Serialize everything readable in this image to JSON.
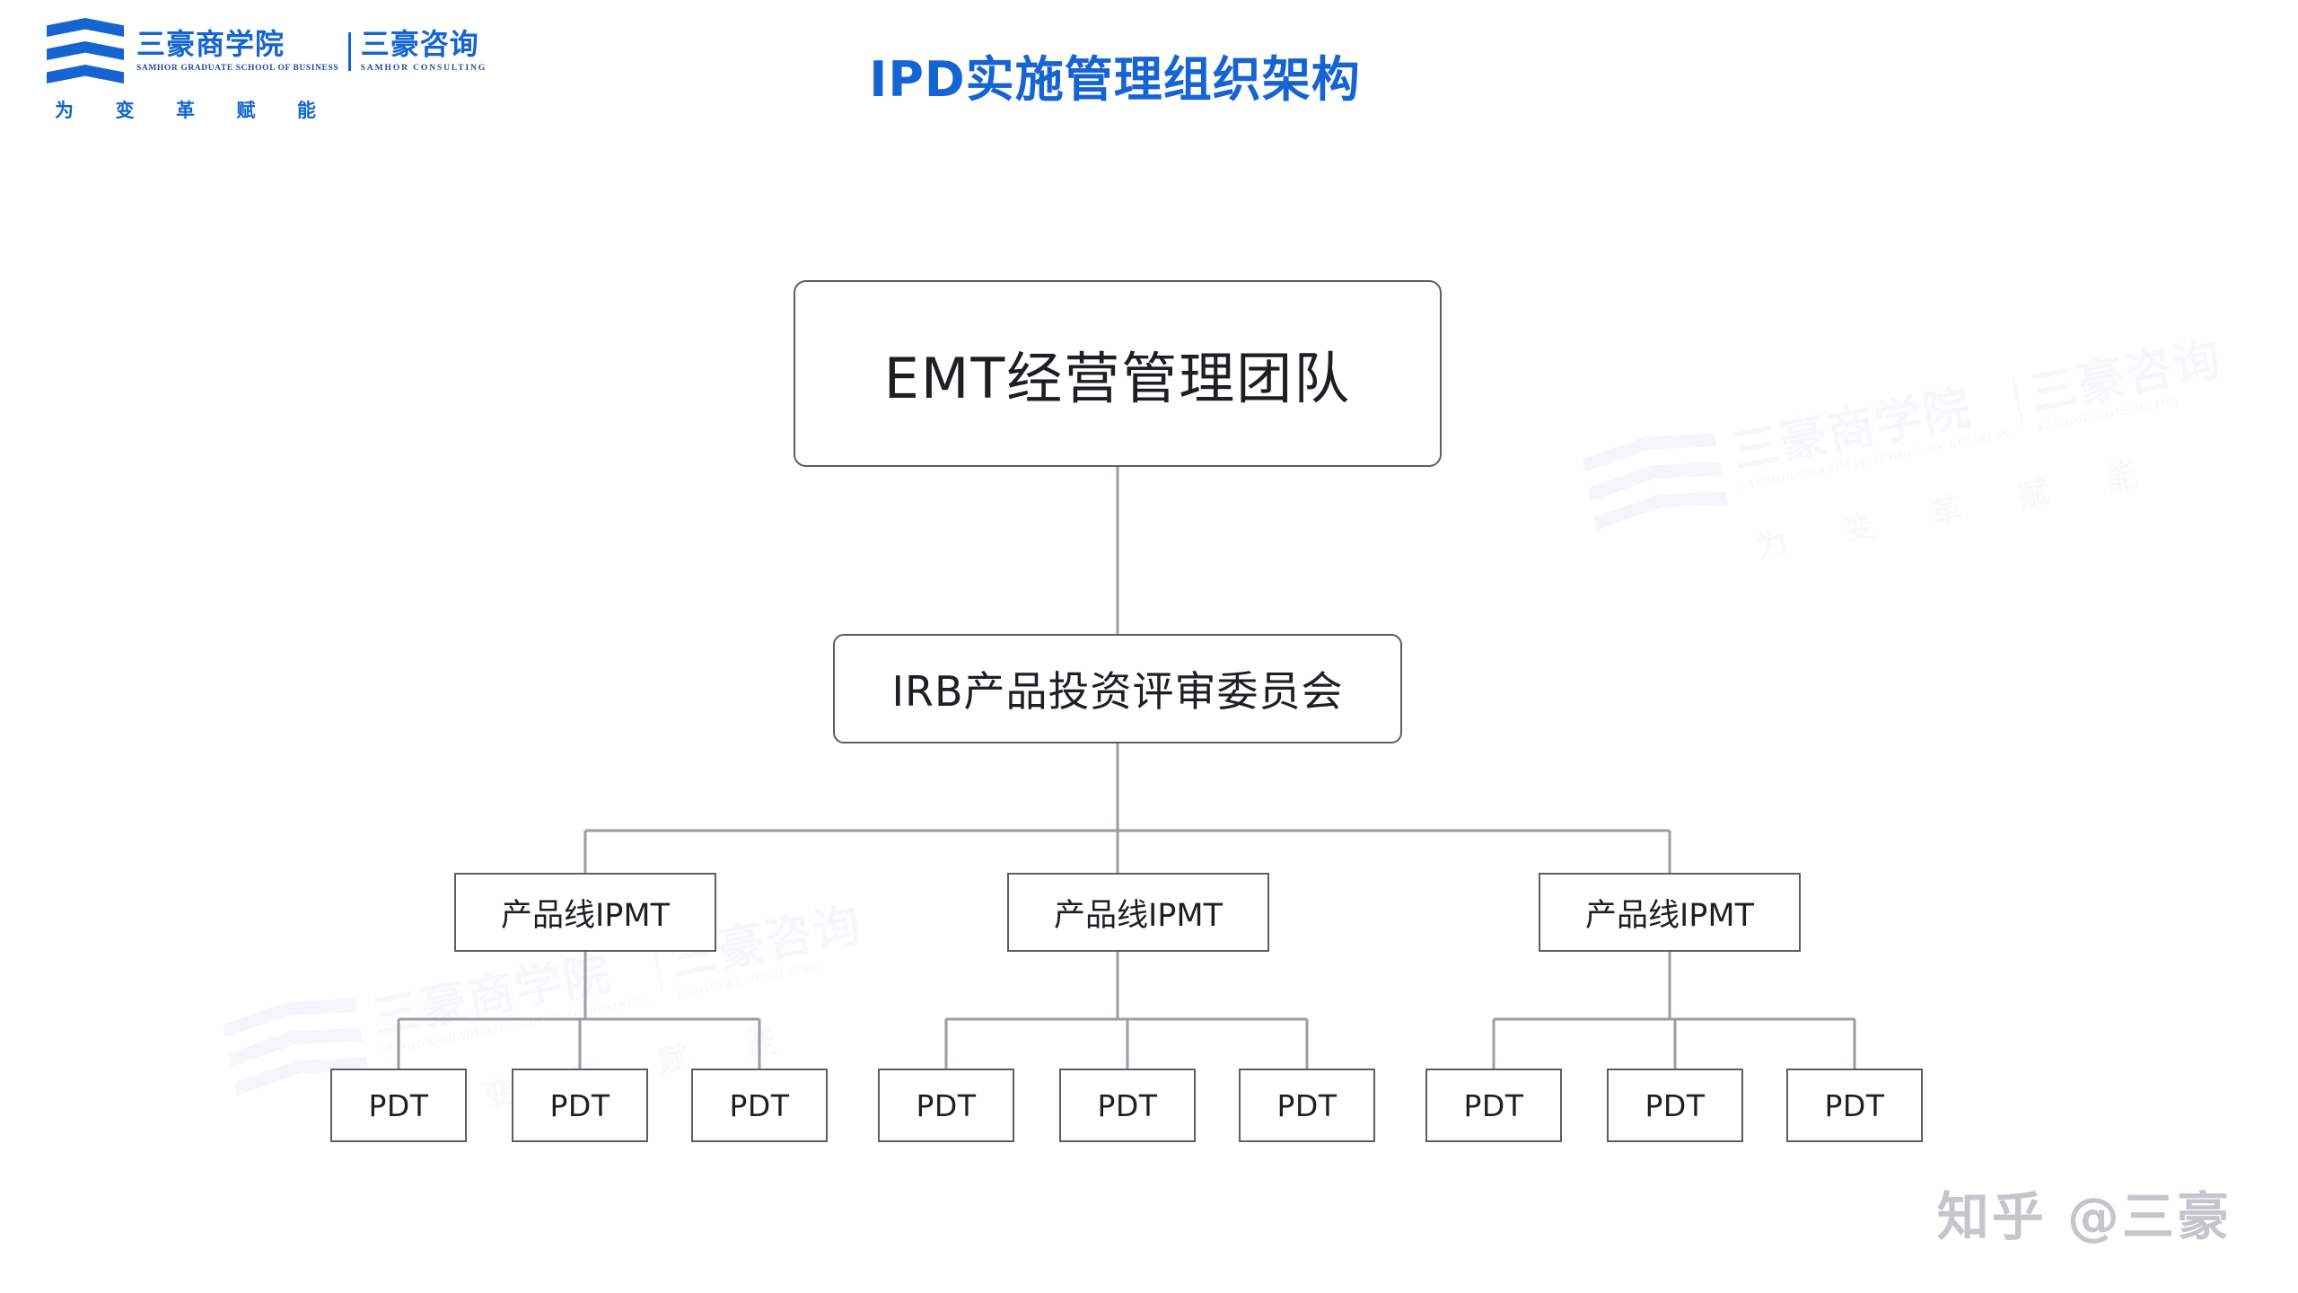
{
  "page": {
    "title": "IPD实施管理组织架构",
    "accent_color": "#1564d2",
    "node_border_color": "#5b5e63",
    "connector_color": "#9a9da2",
    "background": "#ffffff"
  },
  "logo": {
    "chevron_icon": "chevron-stack-icon",
    "school": {
      "cn": "三豪商学院",
      "en": "SAMHOR GRADUATE SCHOOL OF BUSINESS"
    },
    "consulting": {
      "cn": "三豪咨询",
      "en": "SAMHOR CONSULTING"
    },
    "tagline": [
      "为",
      "变",
      "革",
      "赋",
      "能"
    ]
  },
  "chart_data": {
    "type": "diagram",
    "subtype": "org-chart",
    "title": "IPD实施管理组织架构",
    "levels": [
      {
        "level": 1,
        "label": "EMT",
        "nodes": [
          "EMT经营管理团队"
        ]
      },
      {
        "level": 2,
        "label": "IRB",
        "nodes": [
          "IRB产品投资评审委员会"
        ]
      },
      {
        "level": 3,
        "label": "IPMT",
        "nodes": [
          "产品线IPMT",
          "产品线IPMT",
          "产品线IPMT"
        ]
      },
      {
        "level": 4,
        "label": "PDT",
        "nodes": [
          "PDT",
          "PDT",
          "PDT",
          "PDT",
          "PDT",
          "PDT",
          "PDT",
          "PDT",
          "PDT"
        ]
      }
    ],
    "edges": [
      {
        "from": "EMT经营管理团队",
        "to": "IRB产品投资评审委员会"
      },
      {
        "from": "IRB产品投资评审委员会",
        "to": "产品线IPMT#1"
      },
      {
        "from": "IRB产品投资评审委员会",
        "to": "产品线IPMT#2"
      },
      {
        "from": "IRB产品投资评审委员会",
        "to": "产品线IPMT#3"
      },
      {
        "from": "产品线IPMT#1",
        "to": "PDT#1"
      },
      {
        "from": "产品线IPMT#1",
        "to": "PDT#2"
      },
      {
        "from": "产品线IPMT#1",
        "to": "PDT#3"
      },
      {
        "from": "产品线IPMT#2",
        "to": "PDT#4"
      },
      {
        "from": "产品线IPMT#2",
        "to": "PDT#5"
      },
      {
        "from": "产品线IPMT#2",
        "to": "PDT#6"
      },
      {
        "from": "产品线IPMT#3",
        "to": "PDT#7"
      },
      {
        "from": "产品线IPMT#3",
        "to": "PDT#8"
      },
      {
        "from": "产品线IPMT#3",
        "to": "PDT#9"
      }
    ]
  },
  "org": {
    "emt": "EMT经营管理团队",
    "irb": "IRB产品投资评审委员会",
    "ipmt": [
      "产品线IPMT",
      "产品线IPMT",
      "产品线IPMT"
    ],
    "pdt": [
      "PDT",
      "PDT",
      "PDT",
      "PDT",
      "PDT",
      "PDT",
      "PDT",
      "PDT",
      "PDT"
    ]
  },
  "watermarks": {
    "zhihu": "知乎 @三豪",
    "brand_cn_left": "三豪商学院",
    "brand_cn_right": "三豪咨询",
    "brand_en_left": "SAMHOR GRADUATE SCHOOL OF BUSINESS",
    "brand_en_right": "SAMHOR CONSULTING",
    "tagline": [
      "为",
      "变",
      "革",
      "赋",
      "能"
    ]
  }
}
